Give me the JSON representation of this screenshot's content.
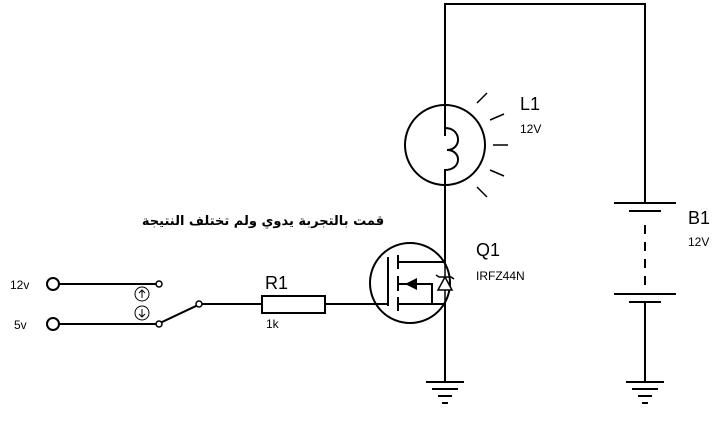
{
  "annotation": "قمت بالتجربة يدوي ولم تختلف النتيجة",
  "switch_inputs": {
    "top": "12v",
    "bottom": "5v"
  },
  "components": {
    "lamp": {
      "ref": "L1",
      "value": "12V"
    },
    "battery": {
      "ref": "B1",
      "value": "12V"
    },
    "resistor": {
      "ref": "R1",
      "value": "1k"
    },
    "mosfet": {
      "ref": "Q1",
      "part": "IRFZ44N"
    }
  }
}
